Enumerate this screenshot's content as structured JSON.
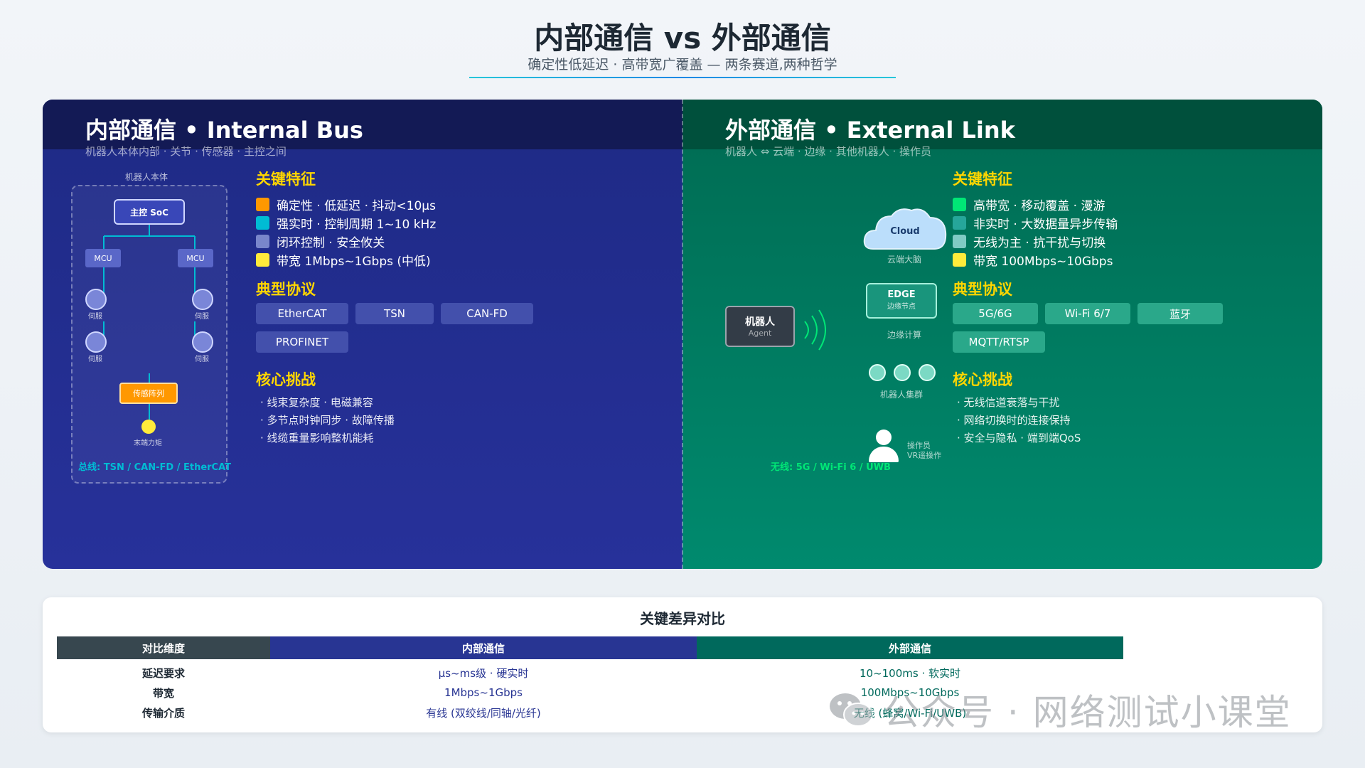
{
  "header": {
    "title": "内部通信 vs 外部通信",
    "subtitle": "确定性低延迟 · 高带宽广覆盖 — 两条赛道,两种哲学"
  },
  "left_panel": {
    "title": "内部通信 • Internal Bus",
    "subtitle": "机器人本体内部 · 关节 · 传感器 · 主控之间",
    "diagram": {
      "caption": "机器人本体",
      "soc": "主控 SoC",
      "mcu_left": "MCU",
      "mcu_right": "MCU",
      "servo": "伺服",
      "sensor": "传感阵列",
      "effector": "末端力矩",
      "bus": "总线: TSN / CAN-FD / EtherCAT"
    },
    "features_heading": "关键特征",
    "features": [
      {
        "text": "确定性 · 低延迟 · 抖动<10μs",
        "color": "#ff9800"
      },
      {
        "text": "强实时 · 控制周期 1~10 kHz",
        "color": "#00bcd4"
      },
      {
        "text": "闭环控制 · 安全攸关",
        "color": "#7986cb"
      },
      {
        "text": "带宽 1Mbps~1Gbps (中低)",
        "color": "#ffeb3b"
      }
    ],
    "protocols_heading": "典型协议",
    "protocols": [
      "EtherCAT",
      "TSN",
      "CAN-FD",
      "PROFINET"
    ],
    "challenges_heading": "核心挑战",
    "challenges": [
      "· 线束复杂度 · 电磁兼容",
      "· 多节点时钟同步 · 故障传播",
      "· 线缆重量影响整机能耗"
    ]
  },
  "right_panel": {
    "title": "外部通信 • External Link",
    "subtitle": "机器人 ⇔ 云端 · 边缘 · 其他机器人 · 操作员",
    "diagram": {
      "cloud": "Cloud",
      "cloud_caption": "云端大脑",
      "edge": "EDGE",
      "edge_sub": "边缘节点",
      "edge_caption": "边缘计算",
      "agent": "机器人",
      "agent_sub": "Agent",
      "swarm_caption": "机器人集群",
      "operator_caption_1": "操作员",
      "operator_caption_2": "VR遥操作",
      "wireless": "无线: 5G / Wi-Fi 6 / UWB"
    },
    "features_heading": "关键特征",
    "features": [
      {
        "text": "高带宽 · 移动覆盖 · 漫游",
        "color": "#00e676"
      },
      {
        "text": "非实时 · 大数据量异步传输",
        "color": "#26a69a"
      },
      {
        "text": "无线为主 · 抗干扰与切换",
        "color": "#80cbc4"
      },
      {
        "text": "带宽 100Mbps~10Gbps",
        "color": "#ffeb3b"
      }
    ],
    "protocols_heading": "典型协议",
    "protocols": [
      "5G/6G",
      "Wi-Fi 6/7",
      "蓝牙",
      "MQTT/RTSP"
    ],
    "challenges_heading": "核心挑战",
    "challenges": [
      "· 无线信道衰落与干扰",
      "· 网络切换时的连接保持",
      "· 安全与隐私 · 端到端QoS"
    ]
  },
  "comparison": {
    "title": "关键差异对比",
    "headers": [
      "对比维度",
      "内部通信",
      "外部通信"
    ],
    "header_colors": [
      "#37474f",
      "#283593",
      "#00695c"
    ],
    "rows": [
      [
        "延迟要求",
        "μs~ms级 · 硬实时",
        "10~100ms · 软实时"
      ],
      [
        "带宽",
        "1Mbps~1Gbps",
        "100Mbps~10Gbps"
      ],
      [
        "传输介质",
        "有线 (双绞线/同轴/光纤)",
        "无线 (蜂窝/Wi-Fi/UWB)"
      ]
    ]
  },
  "watermark": {
    "text": "公众号 · 网络测试小课堂",
    "icon": "wechat-icon"
  }
}
